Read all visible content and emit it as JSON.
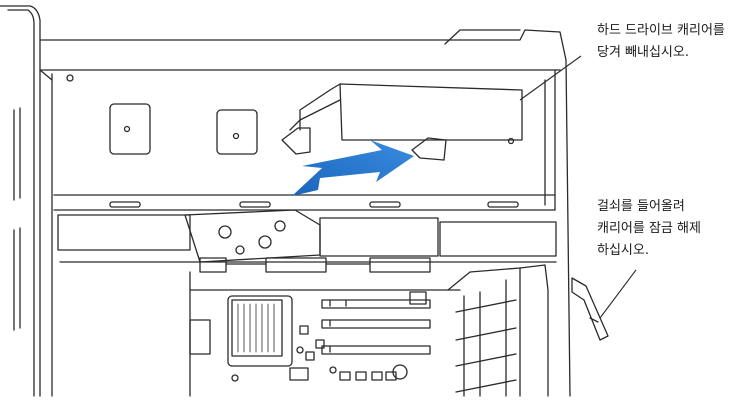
{
  "callouts": {
    "pull_carrier": {
      "line1": "하드 드라이브 캐리어를",
      "line2": "당겨 빼내십시오."
    },
    "unlock_latch": {
      "line1": "걸쇠를 들어올려",
      "line2": "캐리어를 잠금 해제",
      "line3": "하십시오."
    }
  },
  "colors": {
    "arrow": "#1f73c8",
    "line": "#2b2b2b",
    "case_fill": "#ffffff"
  },
  "icons": {
    "direction_arrow": "arrow-right-up"
  }
}
